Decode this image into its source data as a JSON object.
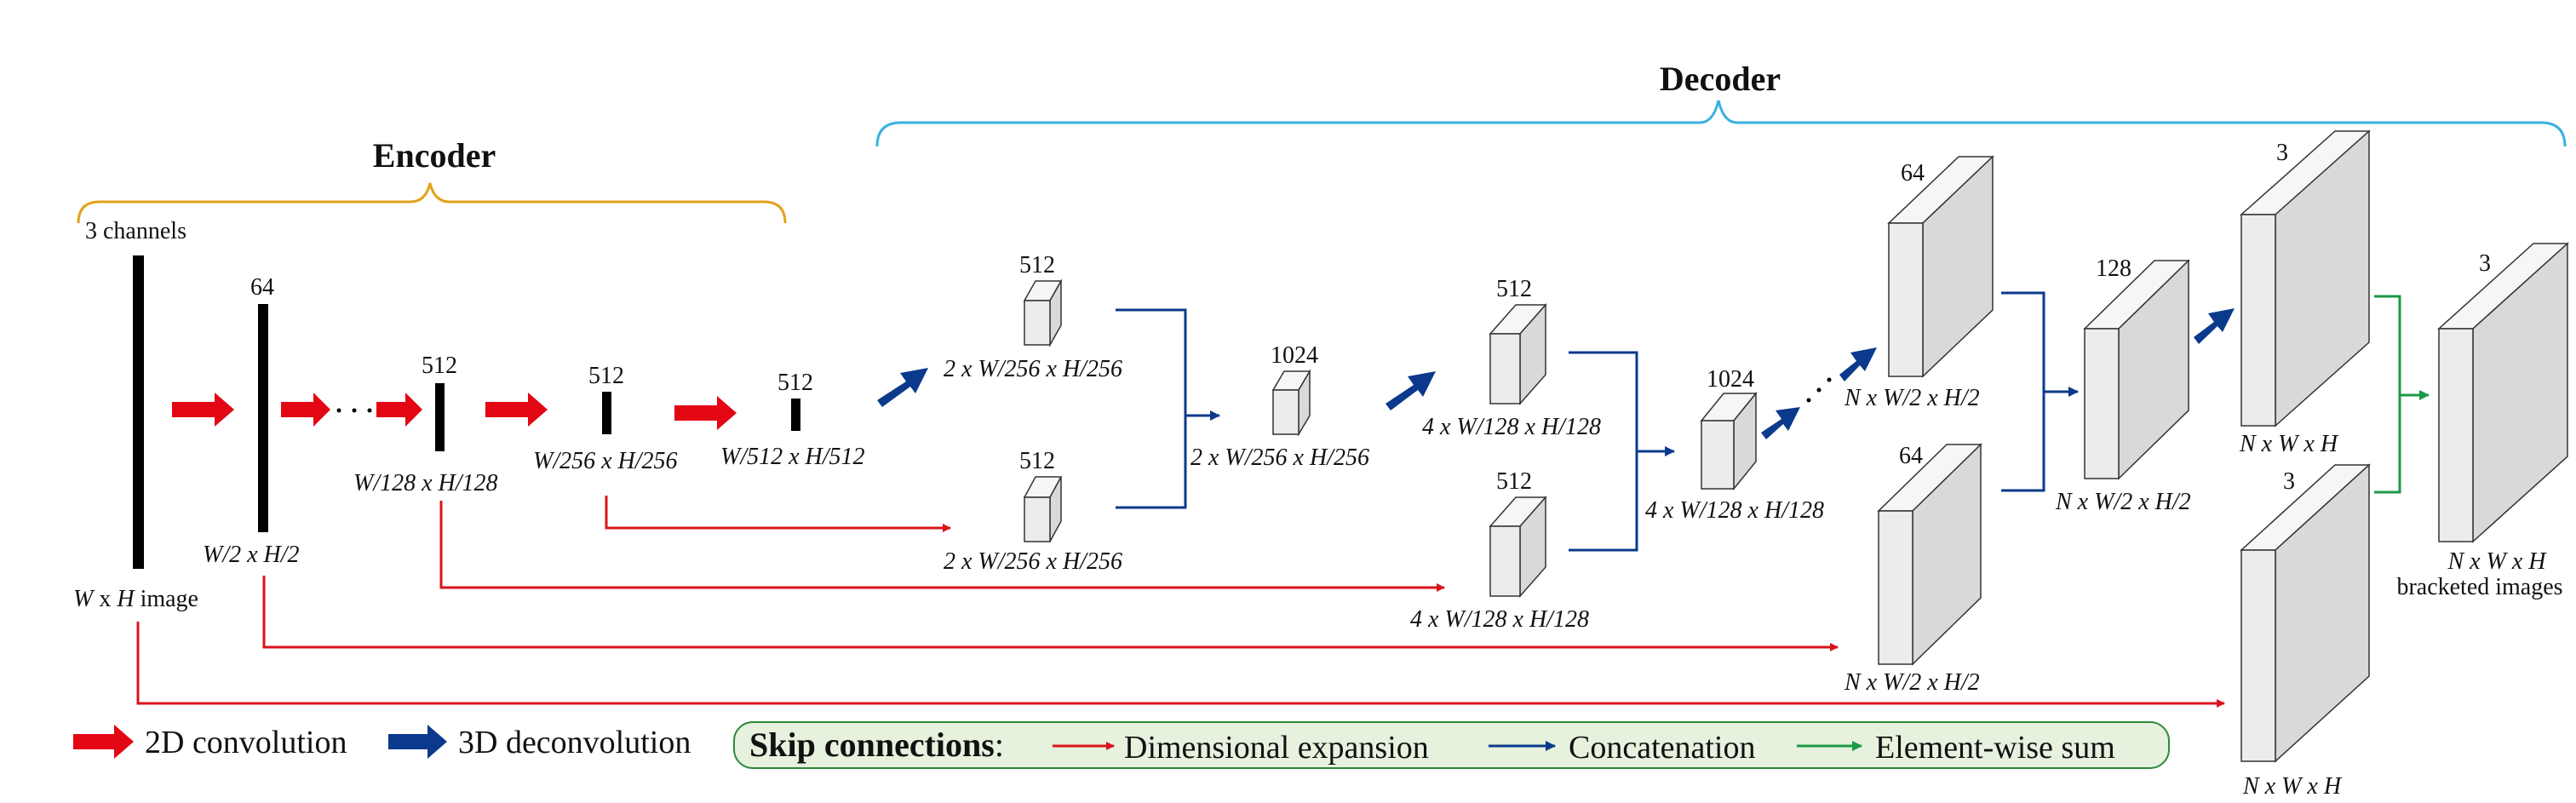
{
  "colors": {
    "conv": "#e30613",
    "deconv": "#0b3a8c",
    "skip_expansion": "#d9141d",
    "skip_concat": "#0b3a8c",
    "skip_sum": "#1a9a45",
    "encoder_brace": "#e3a21a",
    "decoder_brace": "#3ab0e0",
    "legend_box_fill": "#e6f1de",
    "legend_box_stroke": "#2f8a3c",
    "block_fill": "#ececec"
  },
  "encoder": {
    "title": "Encoder",
    "input_channels": "3 channels",
    "input_dims": {
      "W": "W",
      "x1": " x ",
      "H": "H",
      "suffix": " image"
    },
    "layers": [
      {
        "channels": "64",
        "dims": "W/2 x H/2"
      },
      {
        "channels": "512",
        "dims": "W/128 x H/128"
      },
      {
        "channels": "512",
        "dims": "W/256 x H/256"
      },
      {
        "channels": "512",
        "dims": "W/512 x H/512"
      }
    ]
  },
  "decoder": {
    "title": "Decoder",
    "blocks": {
      "d1_top": {
        "channels": "512",
        "dims": "2 x W/256 x H/256"
      },
      "d1_bottom": {
        "channels": "512",
        "dims": "2 x W/256 x H/256"
      },
      "d1_merge": {
        "channels": "1024",
        "dims": "2 x W/256 x H/256"
      },
      "d2_top": {
        "channels": "512",
        "dims": "4 x W/128 x H/128"
      },
      "d2_bottom": {
        "channels": "512",
        "dims": "4 x W/128 x H/128"
      },
      "d2_merge": {
        "channels": "1024",
        "dims": "4 x W/128 x H/128"
      },
      "d3_top": {
        "channels": "64",
        "dims": "N x W/2 x H/2"
      },
      "d3_bottom": {
        "channels": "64",
        "dims": "N x W/2 x H/2"
      },
      "d3_merge": {
        "channels": "128",
        "dims": "N x W/2 x H/2"
      },
      "d4_top": {
        "channels": "3",
        "dims": "N x W x H"
      },
      "d4_bottom": {
        "channels": "3",
        "dims": "N x W x H"
      },
      "output": {
        "channels": "3",
        "dims": "N x W x H",
        "caption": "bracketed images"
      }
    }
  },
  "legend": {
    "conv": "2D convolution",
    "deconv": "3D deconvolution",
    "skip_title": "Skip connections",
    "skip_colon": ":",
    "expansion": "Dimensional expansion",
    "concat": "Concatenation",
    "sum": "Element-wise sum"
  }
}
